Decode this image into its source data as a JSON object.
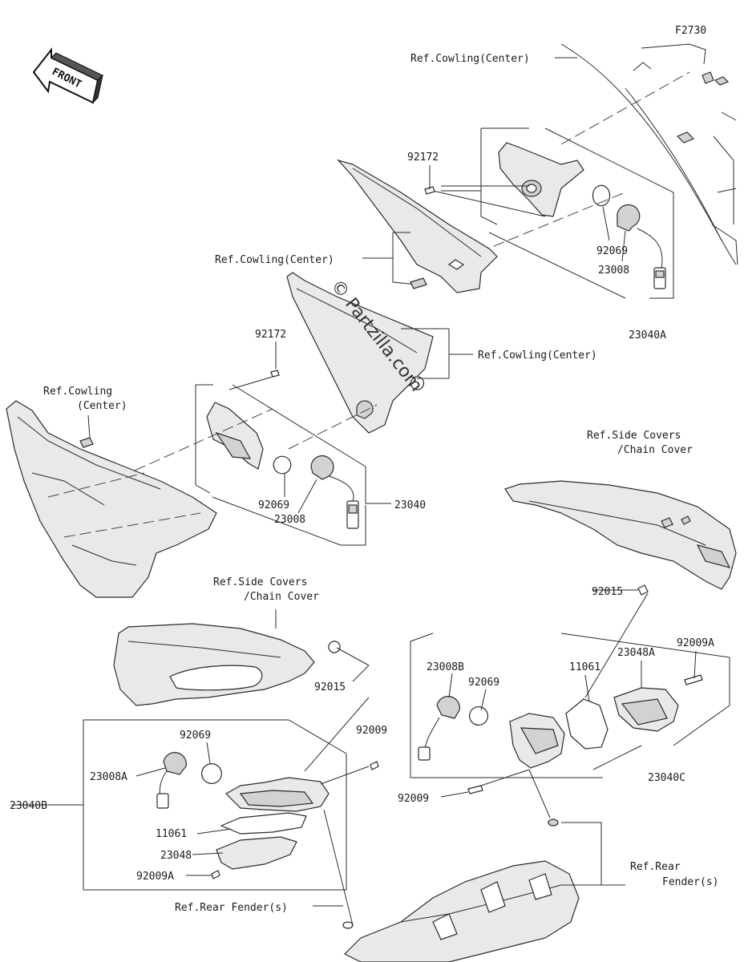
{
  "figure_id": "F2730",
  "front_label": "FRONT",
  "watermark": "© Partzilla.com",
  "labels": {
    "ref_cowling_center_1": "Ref.Cowling(Center)",
    "ref_cowling_center_2": "Ref.Cowling(Center)",
    "ref_cowling_center_3": "Ref.Cowling(Center)",
    "ref_cowling_line1": "Ref.Cowling",
    "ref_cowling_line2": "(Center)",
    "ref_side_covers_right_1": "Ref.Side Covers",
    "ref_side_covers_right_2": "/Chain Cover",
    "ref_side_covers_left_1": "Ref.Side Covers",
    "ref_side_covers_left_2": "/Chain Cover",
    "ref_rear_fender_left": "Ref.Rear Fender(s)",
    "ref_rear_right_1": "Ref.Rear",
    "ref_rear_right_2": "Fender(s)"
  },
  "part_numbers": {
    "p92172_top": "92172",
    "p92069_top": "92069",
    "p23008_top": "23008",
    "p23040A": "23040A",
    "p92172_mid": "92172",
    "p92069_mid": "92069",
    "p23008_mid": "23008",
    "p23040": "23040",
    "p92015_right": "92015",
    "p23008B": "23008B",
    "p92069_right": "92069",
    "p11061_right": "11061",
    "p23048A": "23048A",
    "p92009A_right": "92009A",
    "p23040C": "23040C",
    "p92009_right": "92009",
    "p92015_left": "92015",
    "p92069_left": "92069",
    "p92009_left": "92009",
    "p23008A": "23008A",
    "p23040B": "23040B",
    "p11061_left": "11061",
    "p23048": "23048",
    "p92009A_left": "92009A"
  }
}
